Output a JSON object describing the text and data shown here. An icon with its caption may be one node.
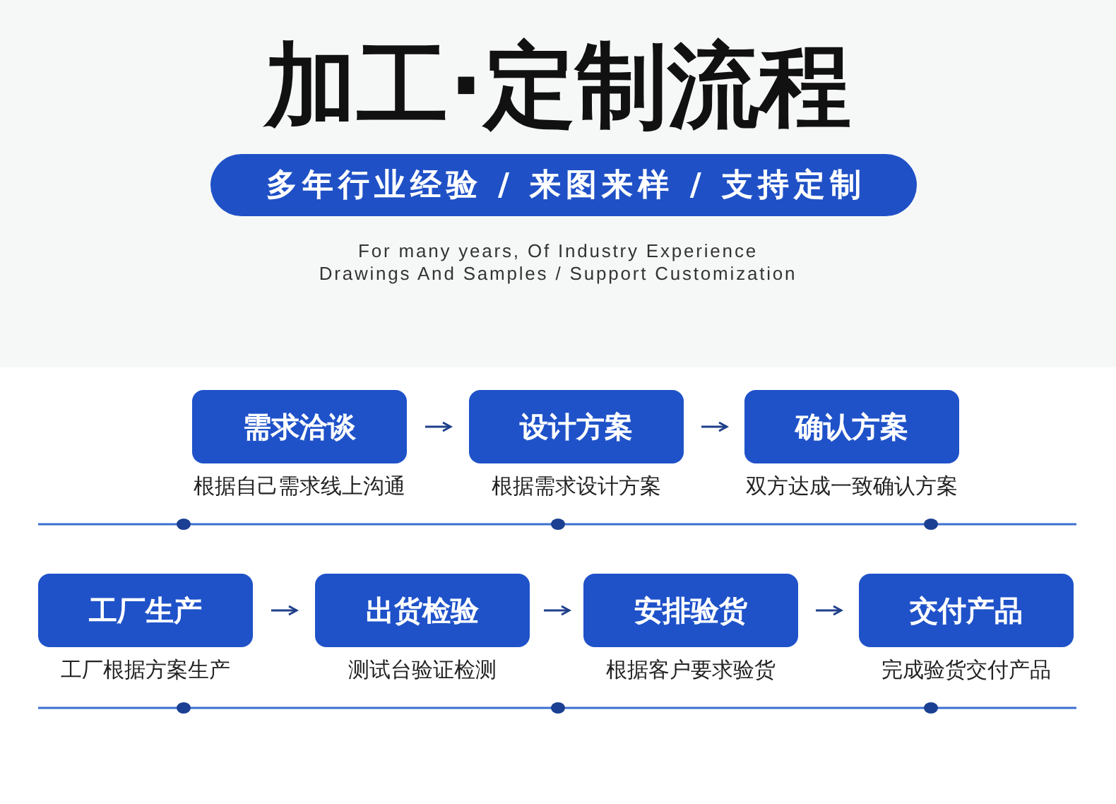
{
  "diagram": {
    "title": "加工·定制流程",
    "nodes": [
      {
        "text": [
          "多年行业经验 / 来图来样 / 支持定制"
        ]
      },
      {
        "text": [
          "需求洽谈"
        ],
        "beside": [
          "根据自己需求线上沟通"
        ]
      },
      {
        "text": [
          "设计方案"
        ],
        "beside": [
          "根据需求设计方案"
        ]
      },
      {
        "text": [
          "确认方案"
        ],
        "beside": [
          "双方达成一致确认方案"
        ]
      },
      {
        "text": [
          "工厂生产"
        ],
        "beside": [
          "工厂根据方案生产"
        ]
      },
      {
        "text": [
          "出货检验"
        ],
        "beside": [
          "测试台验证检测"
        ]
      },
      {
        "text": [
          "安排验货"
        ],
        "beside": [
          "根据客户要求验货"
        ]
      },
      {
        "text": [
          "交付产品"
        ],
        "beside": [
          "完成验货交付产品"
        ]
      }
    ],
    "edges": [
      {
        "from": 1,
        "to": 2,
        "arrow": "to"
      },
      {
        "from": 2,
        "to": 3,
        "arrow": "to"
      },
      {
        "from": 4,
        "to": 5,
        "arrow": "to"
      },
      {
        "from": 5,
        "to": 6,
        "arrow": "to"
      },
      {
        "from": 6,
        "to": 7,
        "arrow": "to"
      }
    ],
    "labels": [
      "For many years, Of Industry Experience",
      "Drawings And Samples / Support Customization"
    ]
  }
}
